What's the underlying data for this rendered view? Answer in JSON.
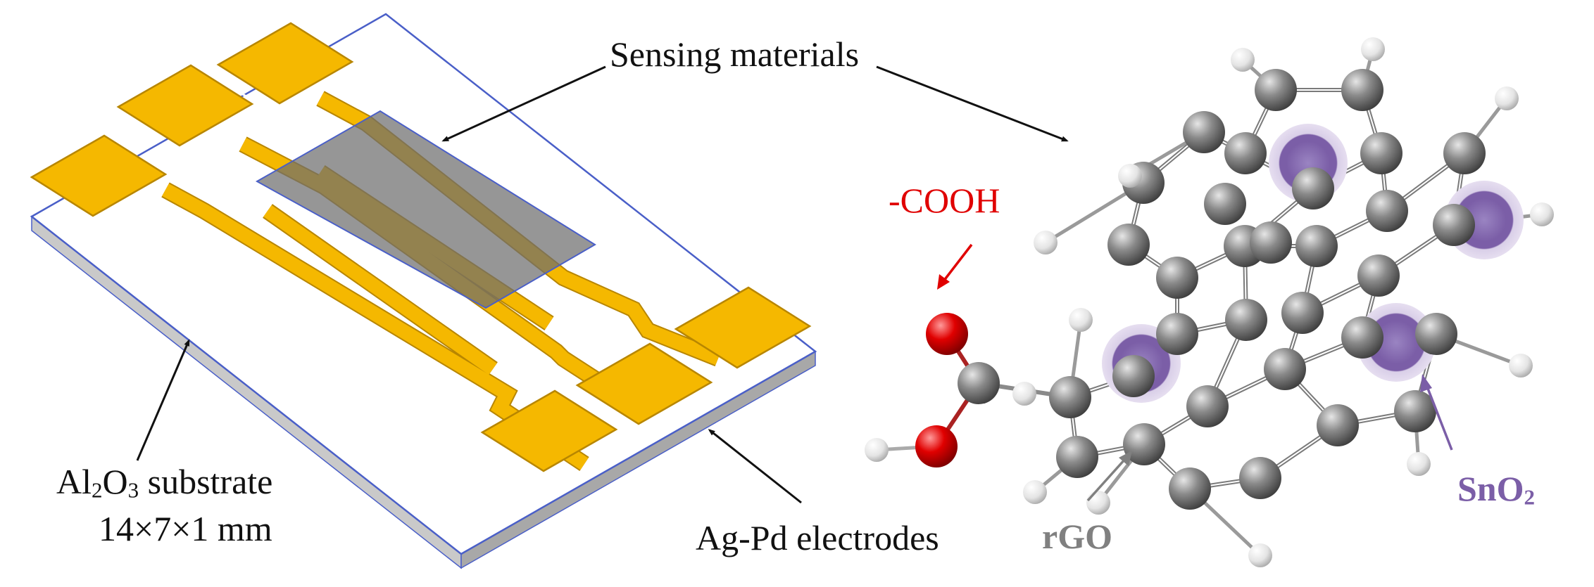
{
  "labels": {
    "sensing_materials": "Sensing materials",
    "substrate_line1_prefix": "Al",
    "substrate_line1_sub1": "2",
    "substrate_line1_mid": "O",
    "substrate_line1_sub2": "3",
    "substrate_line1_suffix": " substrate",
    "substrate_line2": "14×7×1 mm",
    "electrodes": "Ag-Pd electrodes",
    "cooh": "-COOH",
    "rgo": "rGO",
    "sno2_prefix": "SnO",
    "sno2_sub": "2"
  },
  "colors": {
    "electrode_gold": "#f5b800",
    "electrode_edge": "#b88600",
    "sensing_film": "#6d6d6d",
    "substrate_top": "#ffffff",
    "substrate_edge": "#4a5fc8",
    "substrate_side": "#c9c9c9",
    "carbon": "#6f6f6f",
    "hydrogen": "#e9e9e9",
    "oxygen": "#d40000",
    "sno2": "#7b5ea7",
    "cooh_label": "#e00000",
    "rgo_label": "#808080",
    "sno2_label": "#7b5ea7"
  }
}
